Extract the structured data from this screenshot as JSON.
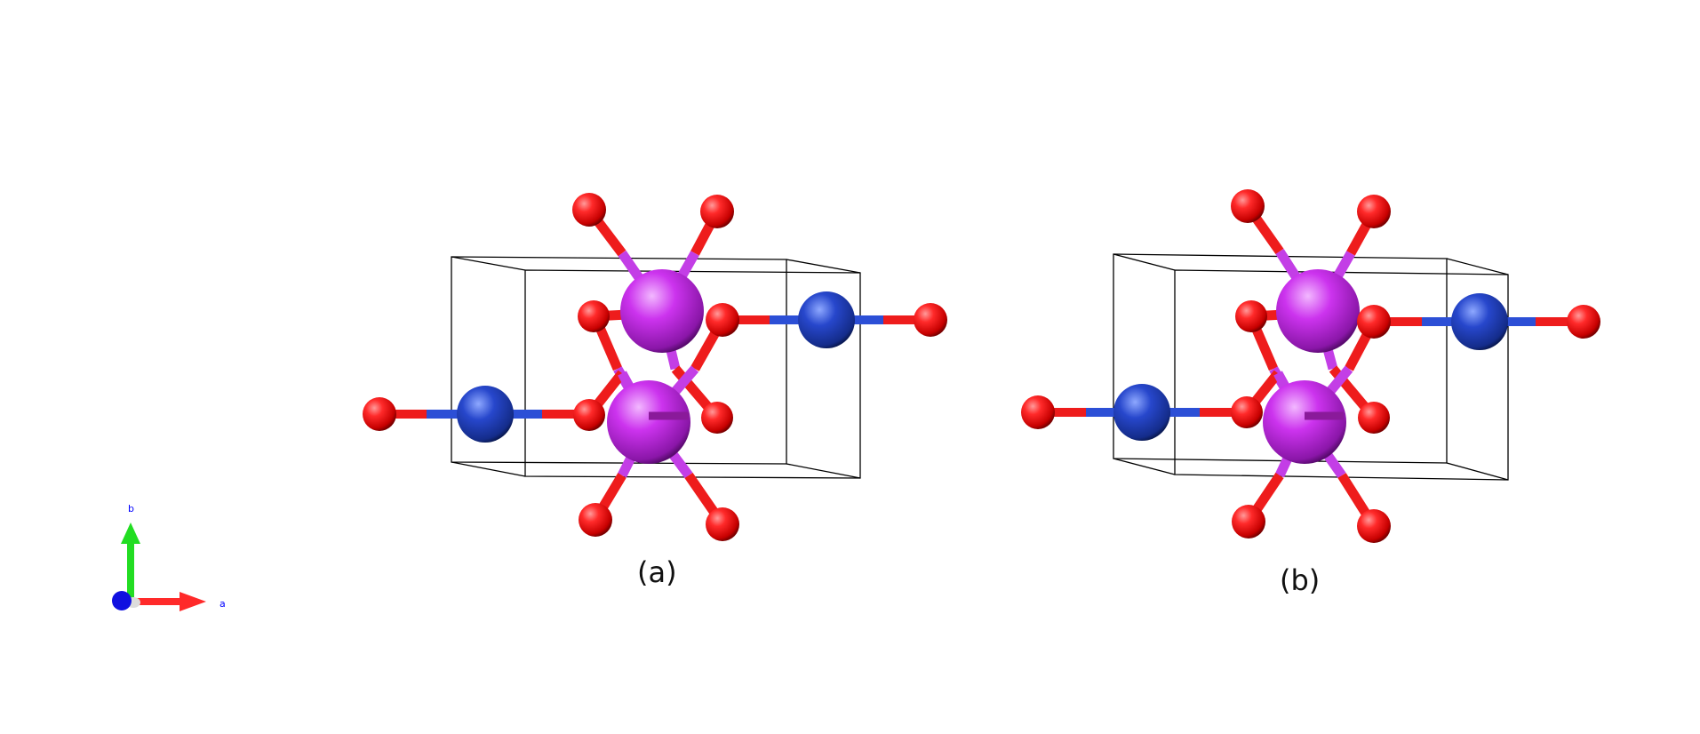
{
  "panels": [
    {
      "label": "(a)"
    },
    {
      "label": "(b)"
    }
  ],
  "axes": {
    "x_label": "a",
    "y_label": "b",
    "x_color": "#ff2a2a",
    "y_color": "#22dd22",
    "z_color": "#1010e0",
    "label_color": "#0000ff"
  },
  "colors": {
    "oxygen": "#ff1a1a",
    "magenta_atom": "#cc33ee",
    "blue_atom": "#2244cc",
    "cell_edges": "#000000"
  }
}
